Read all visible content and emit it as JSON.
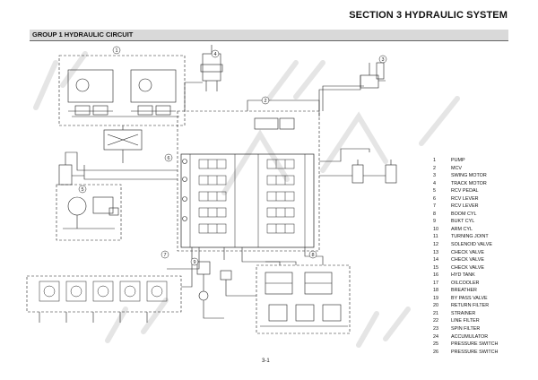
{
  "header": {
    "section_title": "SECTION 3 HYDRAULIC SYSTEM"
  },
  "group": {
    "label": "GROUP 1 HYDRAULIC CIRCUIT"
  },
  "callouts": [
    "1",
    "2",
    "3",
    "4",
    "5",
    "6",
    "7",
    "8",
    "9"
  ],
  "legend": [
    {
      "num": "1",
      "label": "PUMP"
    },
    {
      "num": "2",
      "label": "MCV"
    },
    {
      "num": "3",
      "label": "SWING MOTOR"
    },
    {
      "num": "4",
      "label": "TRACK MOTOR"
    },
    {
      "num": "5",
      "label": "RCV PEDAL"
    },
    {
      "num": "6",
      "label": "RCV LEVER"
    },
    {
      "num": "7",
      "label": "RCV LEVER"
    },
    {
      "num": "8",
      "label": "BOOM CYL"
    },
    {
      "num": "9",
      "label": "BUKT CYL"
    },
    {
      "num": "10",
      "label": "ARM CYL"
    },
    {
      "num": "11",
      "label": "TURNING JOINT"
    },
    {
      "num": "12",
      "label": "SOLENOID VALVE"
    },
    {
      "num": "13",
      "label": "CHECK VALVE"
    },
    {
      "num": "14",
      "label": "CHECK VALVE"
    },
    {
      "num": "15",
      "label": "CHECK VALVE"
    },
    {
      "num": "16",
      "label": "HYD TANK"
    },
    {
      "num": "17",
      "label": "OILCOOLER"
    },
    {
      "num": "18",
      "label": "BREATHER"
    },
    {
      "num": "19",
      "label": "BY PASS VALVE"
    },
    {
      "num": "20",
      "label": "RETURN FILTER"
    },
    {
      "num": "21",
      "label": "STRAINER"
    },
    {
      "num": "22",
      "label": "LINE FILTER"
    },
    {
      "num": "23",
      "label": "SPIN FILTER"
    },
    {
      "num": "24",
      "label": "ACCUMULATOR"
    },
    {
      "num": "25",
      "label": "PRESSURE SWITCH"
    },
    {
      "num": "26",
      "label": "PRESSURE SWITCH"
    }
  ],
  "footer": {
    "page_number": "3-1"
  },
  "colors": {
    "line": "#222222",
    "watermark": "#cccccc",
    "bar": "#d9d9d9"
  }
}
